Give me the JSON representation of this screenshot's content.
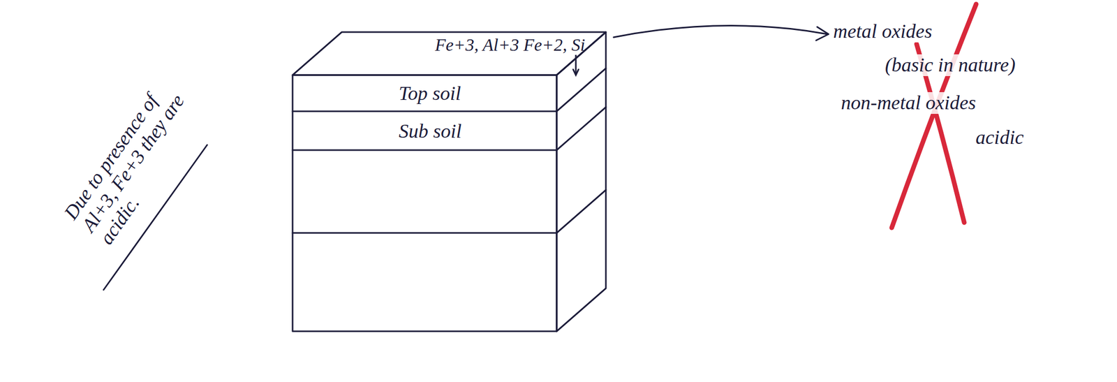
{
  "diagram": {
    "nodes": [
      {
        "text": [
          "Fe+3, Al+3 Fe+2, Si"
        ]
      },
      {
        "text": [
          "Top soil"
        ]
      },
      {
        "text": [
          "Sub soil"
        ]
      }
    ],
    "edges": [
      {
        "from": 0,
        "to": 1,
        "arrow": "to"
      }
    ],
    "labels": [
      "Due to presence of Al+3, Fe+3 they are acidic.",
      "metal oxides",
      "(basic in nature)",
      "non-metal oxides",
      "acidic"
    ]
  }
}
